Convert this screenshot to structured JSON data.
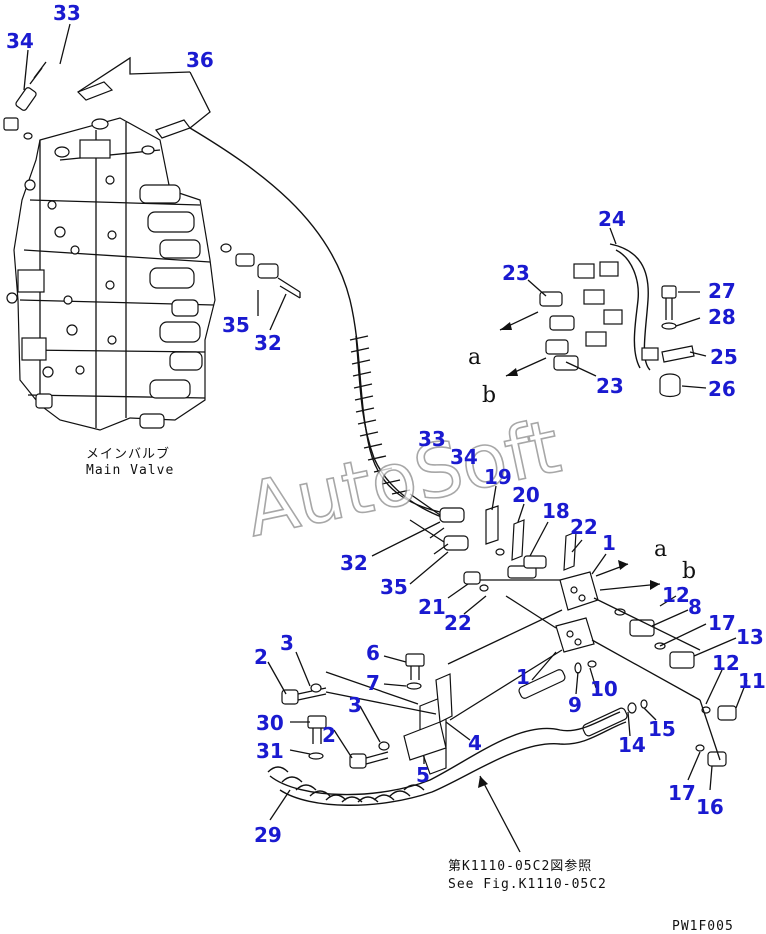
{
  "watermark": "AutoSoft",
  "main_valve": {
    "label_jp": "メインバルブ",
    "label_en": "Main Valve"
  },
  "reference": {
    "label_jp": "第K1110-05C2図参照",
    "label_en": "See Fig.K1110-05C2"
  },
  "drawing_code": "PW1F005",
  "arrow_labels": {
    "a_top": "a",
    "b_top": "b",
    "a_right": "a",
    "b_right": "b"
  },
  "callouts": [
    {
      "id": "c33a",
      "text": "33"
    },
    {
      "id": "c34a",
      "text": "34"
    },
    {
      "id": "c36",
      "text": "36"
    },
    {
      "id": "c35a",
      "text": "35"
    },
    {
      "id": "c32a",
      "text": "32"
    },
    {
      "id": "c24",
      "text": "24"
    },
    {
      "id": "c23a",
      "text": "23"
    },
    {
      "id": "c27",
      "text": "27"
    },
    {
      "id": "c28",
      "text": "28"
    },
    {
      "id": "c25",
      "text": "25"
    },
    {
      "id": "c23b",
      "text": "23"
    },
    {
      "id": "c26",
      "text": "26"
    },
    {
      "id": "c33b",
      "text": "33"
    },
    {
      "id": "c34b",
      "text": "34"
    },
    {
      "id": "c19",
      "text": "19"
    },
    {
      "id": "c20",
      "text": "20"
    },
    {
      "id": "c18",
      "text": "18"
    },
    {
      "id": "c22a",
      "text": "22"
    },
    {
      "id": "c1a",
      "text": "1"
    },
    {
      "id": "c32b",
      "text": "32"
    },
    {
      "id": "c35b",
      "text": "35"
    },
    {
      "id": "c21",
      "text": "21"
    },
    {
      "id": "c22b",
      "text": "22"
    },
    {
      "id": "c12a",
      "text": "12"
    },
    {
      "id": "c8",
      "text": "8"
    },
    {
      "id": "c17a",
      "text": "17"
    },
    {
      "id": "c13",
      "text": "13"
    },
    {
      "id": "c2a",
      "text": "2"
    },
    {
      "id": "c3a",
      "text": "3"
    },
    {
      "id": "c6",
      "text": "6"
    },
    {
      "id": "c7",
      "text": "7"
    },
    {
      "id": "c1b",
      "text": "1"
    },
    {
      "id": "c10",
      "text": "10"
    },
    {
      "id": "c9",
      "text": "9"
    },
    {
      "id": "c12b",
      "text": "12"
    },
    {
      "id": "c11",
      "text": "11"
    },
    {
      "id": "c30",
      "text": "30"
    },
    {
      "id": "c3b",
      "text": "3"
    },
    {
      "id": "c4",
      "text": "4"
    },
    {
      "id": "c14",
      "text": "14"
    },
    {
      "id": "c15",
      "text": "15"
    },
    {
      "id": "c2b",
      "text": "2"
    },
    {
      "id": "c31",
      "text": "31"
    },
    {
      "id": "c5",
      "text": "5"
    },
    {
      "id": "c17b",
      "text": "17"
    },
    {
      "id": "c16",
      "text": "16"
    },
    {
      "id": "c29",
      "text": "29"
    }
  ]
}
